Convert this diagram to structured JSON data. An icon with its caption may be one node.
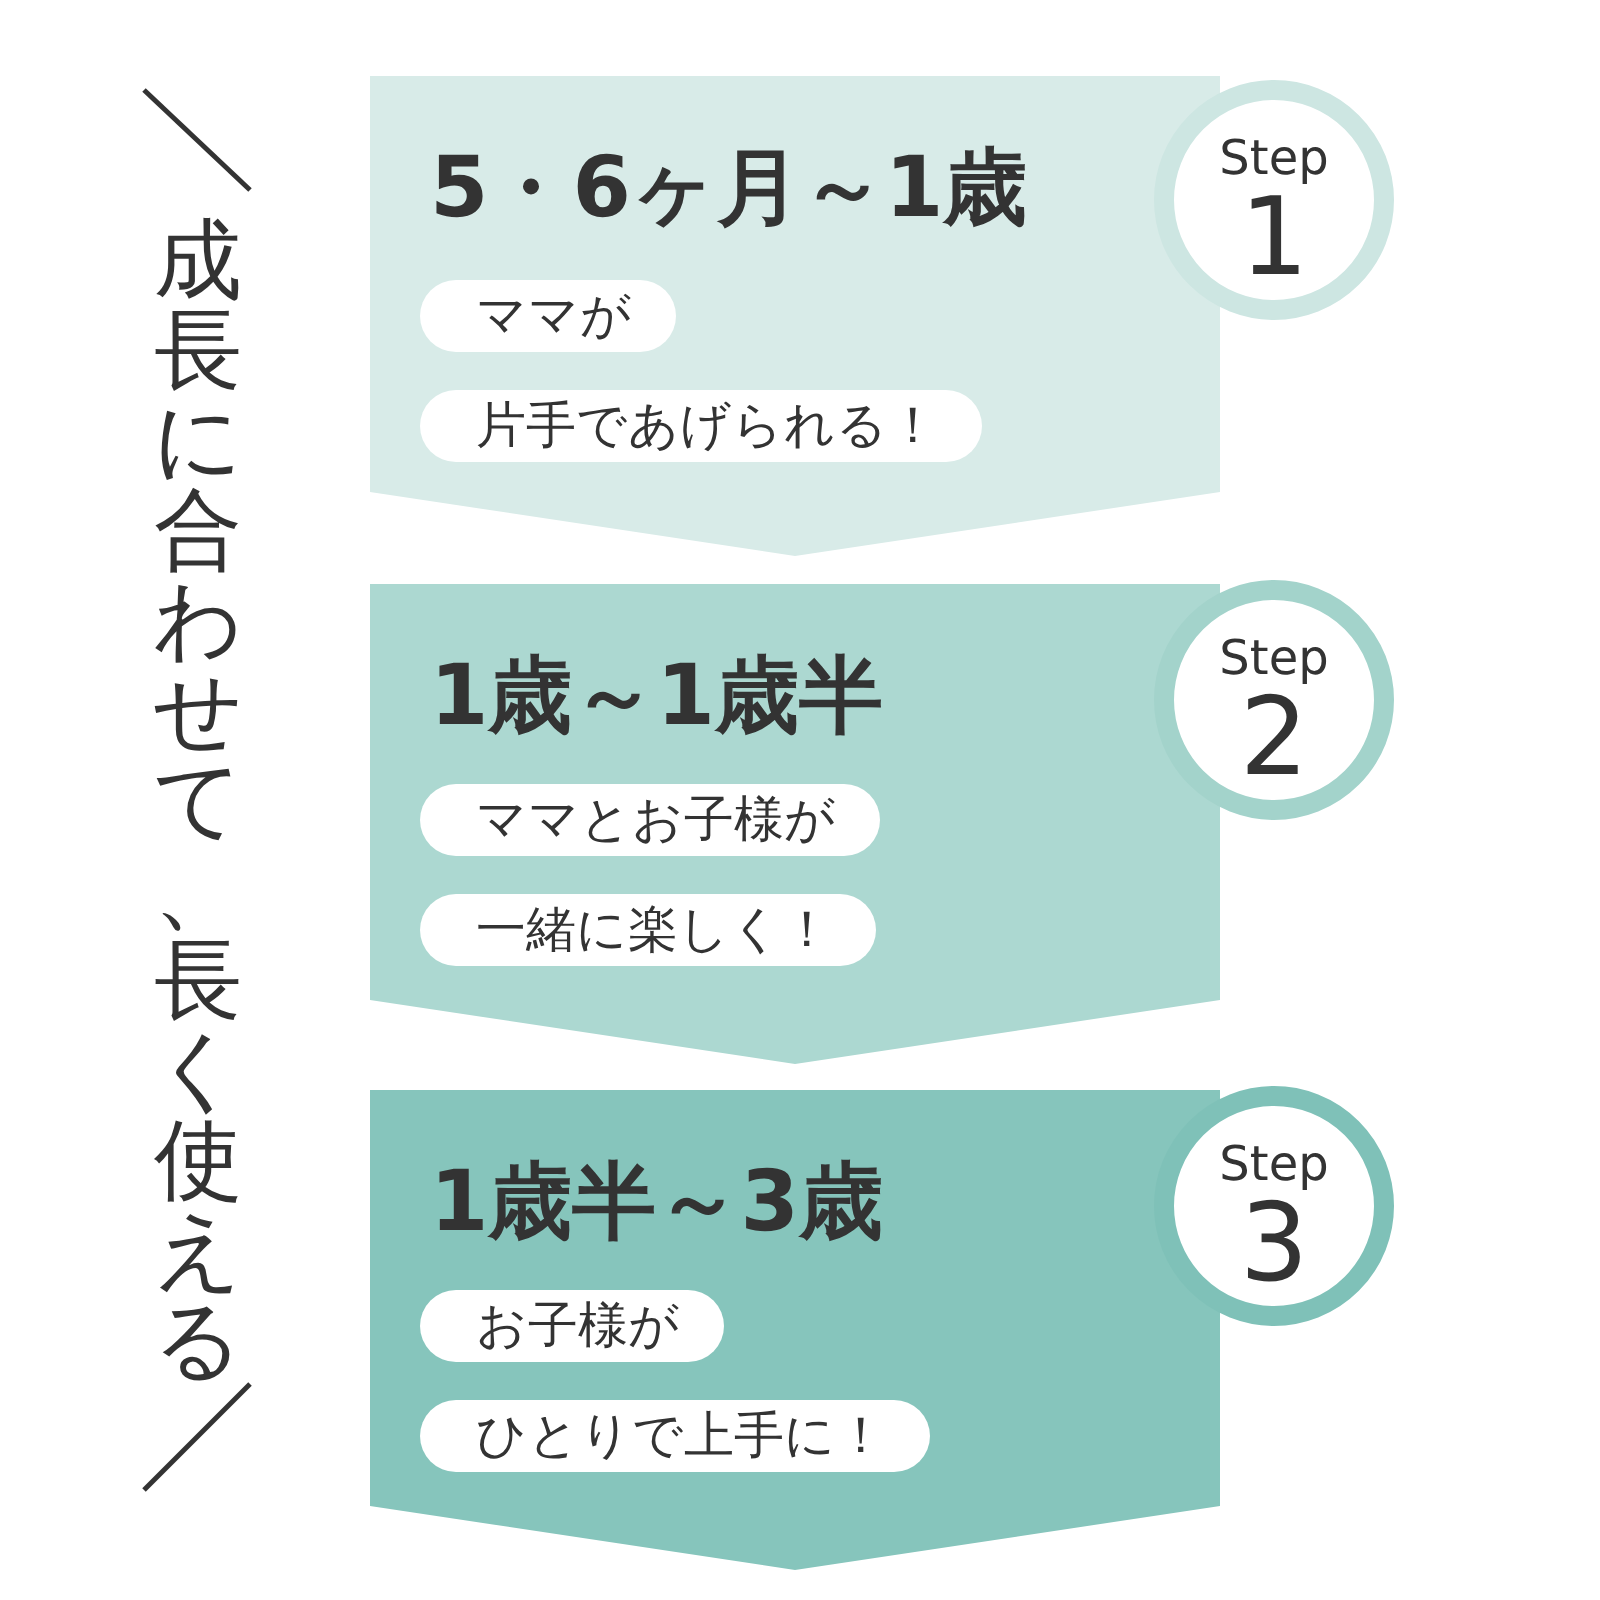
{
  "diagram": {
    "nodes": [
      {
        "text": [
          "5・6ヶ月～1歳"
        ]
      },
      {
        "text": [
          "ママが"
        ],
        "in": 0
      },
      {
        "text": [
          "片手であげられる！"
        ],
        "in": 0
      },
      {
        "text": [
          "Step",
          "1"
        ]
      },
      {
        "text": [
          "1歳～1歳半"
        ]
      },
      {
        "text": [
          "ママとお子様が"
        ],
        "in": 4
      },
      {
        "text": [
          "一緒に楽しく！"
        ],
        "in": 4
      },
      {
        "text": [
          "Step",
          "2"
        ]
      },
      {
        "text": [
          "1歳半～3歳"
        ]
      },
      {
        "text": [
          "お子様が"
        ],
        "in": 8
      },
      {
        "text": [
          "ひとりで上手に！"
        ],
        "in": 8
      },
      {
        "text": [
          "Step",
          "3"
        ]
      }
    ],
    "labels": [
      "成長に合わせて、長く使える"
    ]
  }
}
